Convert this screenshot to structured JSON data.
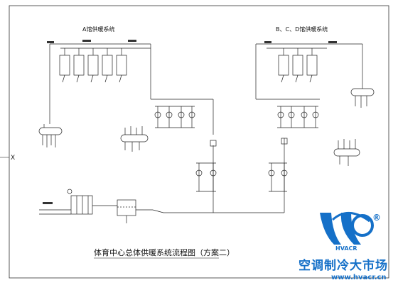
{
  "diagram": {
    "section_a_title": "A馆供暖系统",
    "section_bcd_title": "B、C、D馆供暖系统",
    "main_title": "体育中心总体供暖系统流程图（方案二）",
    "left_marker": "X"
  },
  "watermark": {
    "registered": "®",
    "brand_en": "HVACR",
    "brand_cn": "空调制冷大市场",
    "url": "www.hvacr.cn",
    "color": "#1570c8"
  }
}
